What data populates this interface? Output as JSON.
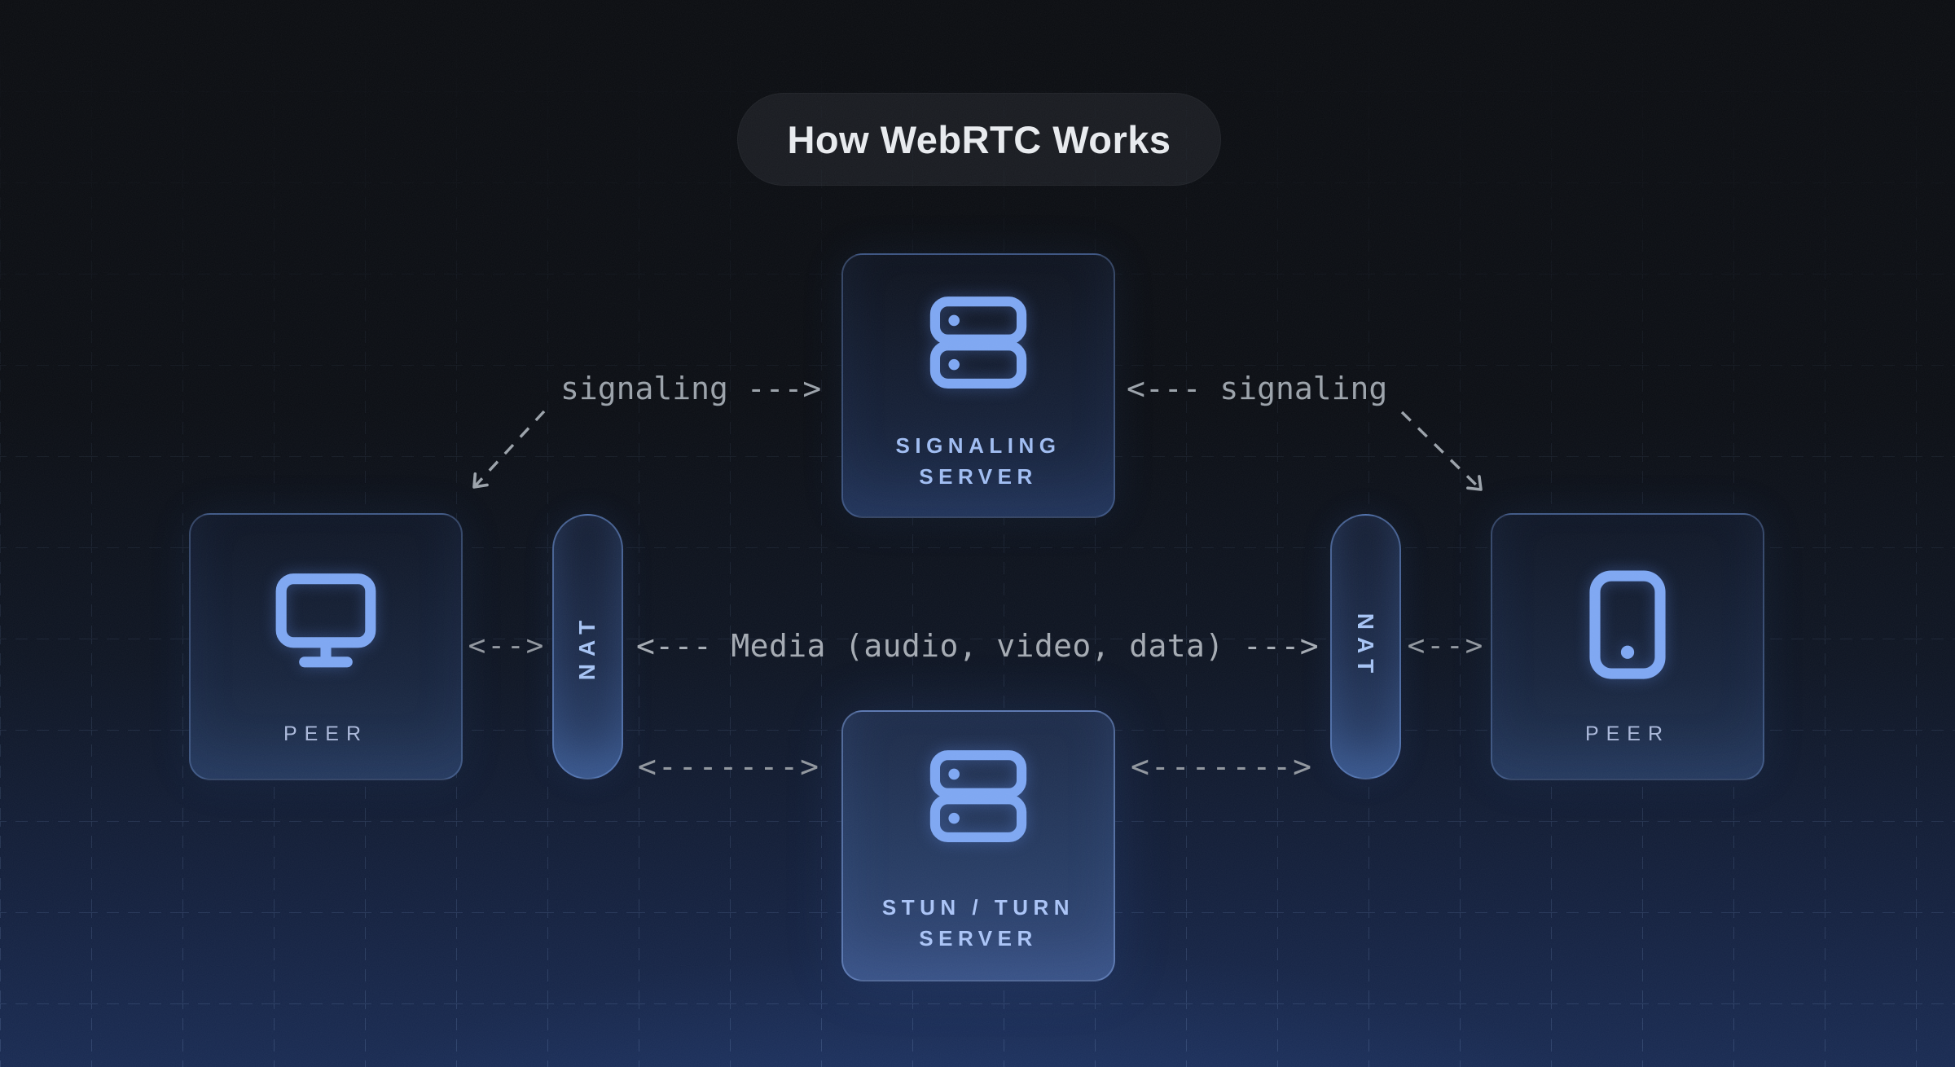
{
  "title": "How WebRTC Works",
  "nodes": {
    "signaling_server": {
      "line1": "SIGNALING",
      "line2": "SERVER",
      "icon": "server-icon"
    },
    "stun_turn_server": {
      "line1": "STUN / TURN",
      "line2": "SERVER",
      "icon": "server-icon"
    },
    "peer_left": {
      "label": "PEER",
      "icon": "desktop-monitor-icon"
    },
    "peer_right": {
      "label": "PEER",
      "icon": "smartphone-icon"
    },
    "nat_left": {
      "label": "NAT"
    },
    "nat_right": {
      "label": "NAT"
    }
  },
  "edges": {
    "signaling_left": "signaling --->",
    "signaling_right": "<--- signaling",
    "media": "<--- Media (audio, video, data) --->",
    "peer_nat_left": "<-->",
    "peer_nat_right": "<-->",
    "nat_stun_left": "<------->",
    "nat_stun_right": "<------->"
  },
  "colors": {
    "background_top": "#0a0c10",
    "background_bottom": "#182a52",
    "icon_blue": "#7da6f2",
    "server_label_blue": "#9fbcf2",
    "peer_label": "#a9b7d9",
    "nat_label": "#a5c2f3",
    "arrow_gray": "#9aa1a9",
    "title_text": "#e7eaee",
    "card_border": "rgba(122,160,228,0.34)"
  }
}
